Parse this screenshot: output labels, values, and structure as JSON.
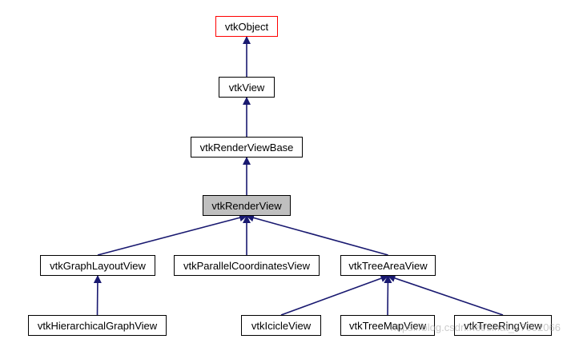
{
  "diagram": {
    "type": "class-inheritance-graph",
    "colors": {
      "edge": "#191970",
      "root_border": "#ff0000",
      "current_fill": "#bfbfbf"
    },
    "nodes": {
      "vtkObject": "vtkObject",
      "vtkView": "vtkView",
      "vtkRenderViewBase": "vtkRenderViewBase",
      "vtkRenderView": "vtkRenderView",
      "vtkGraphLayoutView": "vtkGraphLayoutView",
      "vtkParallelCoordinatesView": "vtkParallelCoordinatesView",
      "vtkTreeAreaView": "vtkTreeAreaView",
      "vtkHierarchicalGraphView": "vtkHierarchicalGraphView",
      "vtkIcicleView": "vtkIcicleView",
      "vtkTreeMapView": "vtkTreeMapView",
      "vtkTreeRingView": "vtkTreeRingView"
    },
    "edges": [
      [
        "vtkView",
        "vtkObject"
      ],
      [
        "vtkRenderViewBase",
        "vtkView"
      ],
      [
        "vtkRenderView",
        "vtkRenderViewBase"
      ],
      [
        "vtkGraphLayoutView",
        "vtkRenderView"
      ],
      [
        "vtkParallelCoordinatesView",
        "vtkRenderView"
      ],
      [
        "vtkTreeAreaView",
        "vtkRenderView"
      ],
      [
        "vtkHierarchicalGraphView",
        "vtkGraphLayoutView"
      ],
      [
        "vtkIcicleView",
        "vtkTreeAreaView"
      ],
      [
        "vtkTreeMapView",
        "vtkTreeAreaView"
      ],
      [
        "vtkTreeRingView",
        "vtkTreeAreaView"
      ]
    ]
  },
  "watermark": "https://blog.csdn.net/sinat_37052066"
}
